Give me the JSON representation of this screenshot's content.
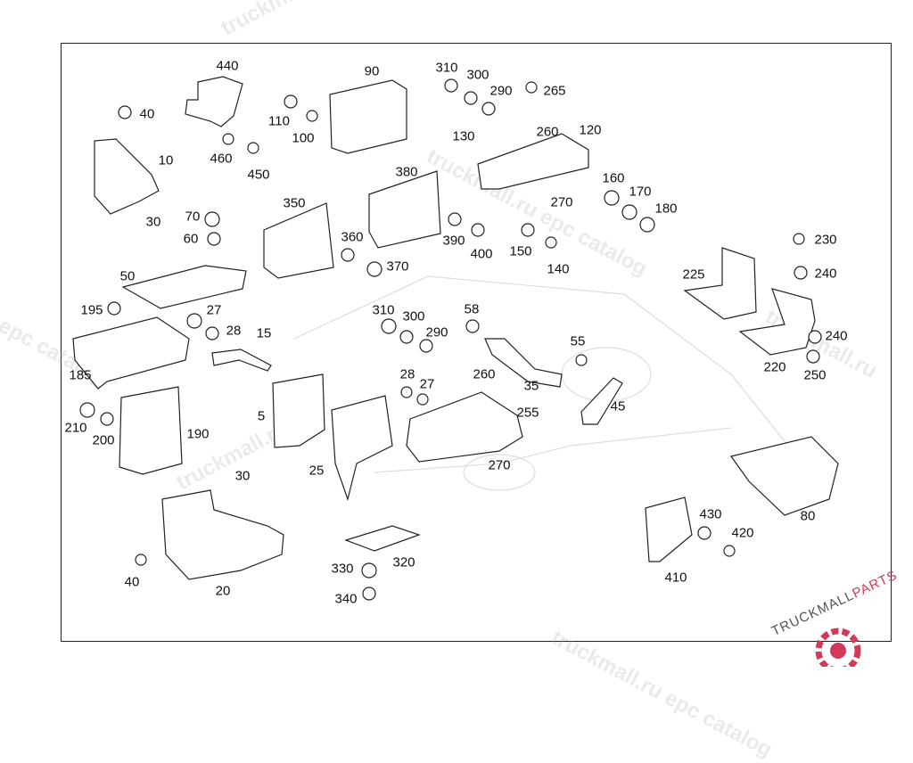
{
  "diagram": {
    "part_labels": [
      "440",
      "90",
      "310",
      "300",
      "290",
      "265",
      "40",
      "110",
      "100",
      "130",
      "260",
      "120",
      "10",
      "460",
      "450",
      "380",
      "160",
      "170",
      "180",
      "350",
      "270",
      "70",
      "30",
      "60",
      "360",
      "390",
      "400",
      "150",
      "140",
      "370",
      "230",
      "225",
      "240",
      "50",
      "195",
      "27",
      "310",
      "300",
      "58",
      "290",
      "28",
      "15",
      "55",
      "240",
      "185",
      "220",
      "250",
      "35",
      "28",
      "27",
      "260",
      "45",
      "210",
      "200",
      "190",
      "5",
      "255",
      "25",
      "270",
      "30",
      "80",
      "430",
      "420",
      "330",
      "320",
      "410",
      "40",
      "20",
      "340"
    ]
  },
  "watermark": {
    "text_1": "truckmall.ru epc catalog",
    "text_2": "truckmall.ru epc catalog",
    "text_3": "epc catalog",
    "text_4": "truckmall.ru",
    "text_5": "truckmall.ru epc catalog",
    "text_6": "truckmall.ru"
  },
  "logo": {
    "text_main": "TRUCKMALL",
    "text_accent": "PARTS",
    "accent_color": "#d23a5a"
  }
}
